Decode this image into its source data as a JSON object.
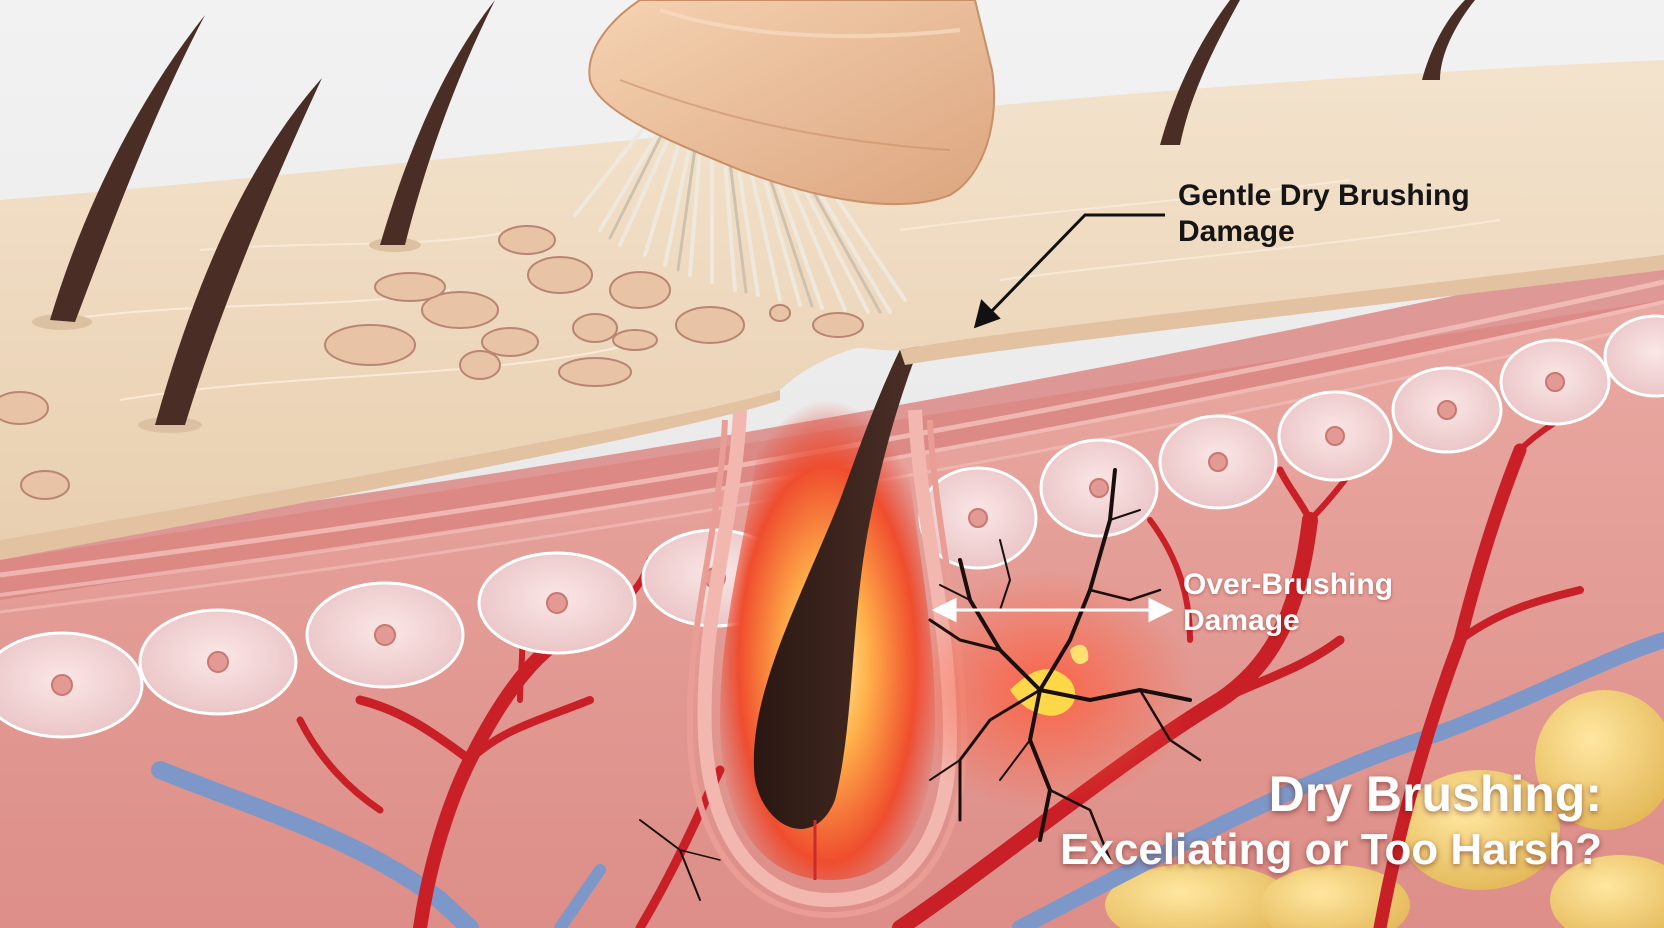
{
  "labels": {
    "gentle_line1": "Gentle Dry Brushing",
    "gentle_line2": "Damage",
    "over_line1": "Over-Brushing",
    "over_line2": "Damage"
  },
  "title": {
    "line1": "Dry Brushing:",
    "line2": "Exceliating or Too Harsh?"
  },
  "colors": {
    "skin_surface": "#efd9bd",
    "dermis": "#e8aaa0",
    "blood_vessel": "#c8202a",
    "vein": "#6f8fc0",
    "hair": "#3c2620",
    "brush_handle": "#ecc29c",
    "inflammation": "#ff7a3a"
  }
}
